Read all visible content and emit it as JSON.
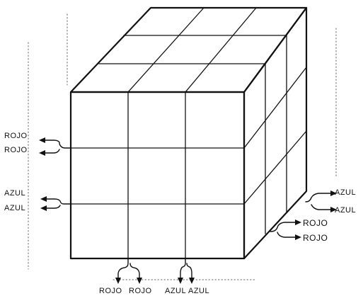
{
  "labels": {
    "left_top_1": "ROJO",
    "left_top_2": "ROJO",
    "left_mid_1": "AZUL",
    "left_mid_2": "AZUL",
    "right_top_1": "AZUL",
    "right_top_2": "AZUL",
    "right_bottom_1": "ROJO",
    "right_bottom_2": "ROJO",
    "bottom_1": "ROJO",
    "bottom_2": "ROJO",
    "bottom_3": "AZUL",
    "bottom_4": "AZUL"
  },
  "colors": {
    "line": "#111111",
    "background": "#ffffff"
  }
}
